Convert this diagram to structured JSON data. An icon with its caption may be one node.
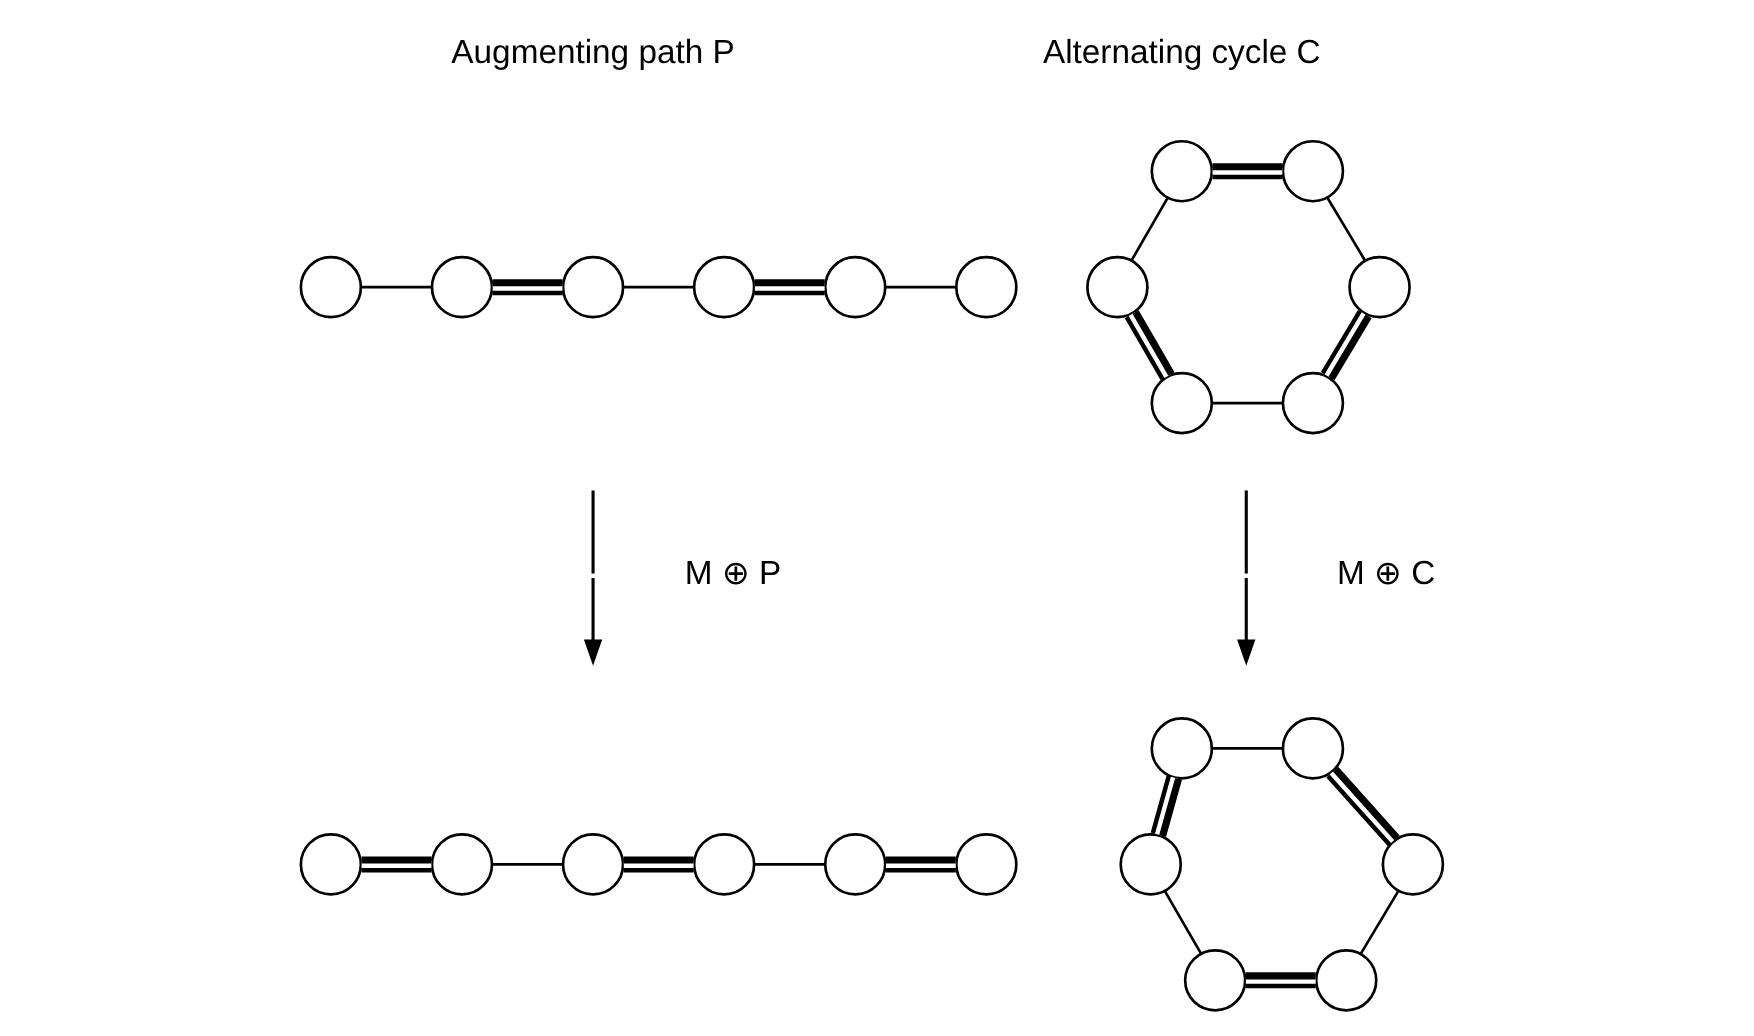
{
  "diagram": {
    "nodes": [
      {
        "text": [],
        "shape": "circle"
      },
      {
        "text": [],
        "shape": "circle"
      },
      {
        "text": [],
        "shape": "circle"
      },
      {
        "text": [],
        "shape": "circle"
      },
      {
        "text": [],
        "shape": "circle"
      },
      {
        "text": [],
        "shape": "circle"
      },
      {
        "text": [],
        "shape": "circle"
      },
      {
        "text": [],
        "shape": "circle"
      },
      {
        "text": [],
        "shape": "circle"
      },
      {
        "text": [],
        "shape": "circle"
      },
      {
        "text": [],
        "shape": "circle"
      },
      {
        "text": [],
        "shape": "circle"
      },
      {
        "text": [],
        "shape": "circle"
      },
      {
        "text": [],
        "shape": "circle"
      },
      {
        "text": [],
        "shape": "circle"
      },
      {
        "text": [],
        "shape": "circle"
      },
      {
        "text": [],
        "shape": "circle"
      },
      {
        "text": [],
        "shape": "circle"
      },
      {
        "text": [],
        "shape": "circle"
      },
      {
        "text": [],
        "shape": "circle"
      },
      {
        "text": [],
        "shape": "circle"
      },
      {
        "text": [],
        "shape": "circle"
      },
      {
        "text": [],
        "shape": "circle"
      },
      {
        "text": [],
        "shape": "circle"
      }
    ],
    "edges": [
      {
        "from": 0,
        "to": 1,
        "arrow": "none"
      },
      {
        "from": 1,
        "to": 2,
        "arrow": "none",
        "style": "thick"
      },
      {
        "from": 2,
        "to": 3,
        "arrow": "none"
      },
      {
        "from": 3,
        "to": 4,
        "arrow": "none",
        "style": "thick"
      },
      {
        "from": 4,
        "to": 5,
        "arrow": "none"
      },
      {
        "from": 6,
        "to": 7,
        "arrow": "none",
        "style": "thick"
      },
      {
        "from": 6,
        "to": 8,
        "arrow": "none"
      },
      {
        "from": 7,
        "to": 9,
        "arrow": "none"
      },
      {
        "from": 8,
        "to": 10,
        "arrow": "none",
        "style": "thick"
      },
      {
        "from": 10,
        "to": 11,
        "arrow": "none"
      },
      {
        "from": 9,
        "to": 11,
        "arrow": "none",
        "style": "thick"
      },
      {
        "from": 12,
        "to": 13,
        "arrow": "none",
        "style": "thick"
      },
      {
        "from": 13,
        "to": 14,
        "arrow": "none"
      },
      {
        "from": 14,
        "to": 15,
        "arrow": "none",
        "style": "thick"
      },
      {
        "from": 15,
        "to": 16,
        "arrow": "none"
      },
      {
        "from": 16,
        "to": 17,
        "arrow": "none",
        "style": "thick"
      },
      {
        "from": 18,
        "to": 19,
        "arrow": "none"
      },
      {
        "from": 18,
        "to": 20,
        "arrow": "none",
        "style": "thick"
      },
      {
        "from": 19,
        "to": 21,
        "arrow": "none",
        "style": "thick"
      },
      {
        "from": 20,
        "to": 22,
        "arrow": "none"
      },
      {
        "from": 22,
        "to": 23,
        "arrow": "none",
        "style": "thick"
      },
      {
        "from": 21,
        "to": 23,
        "arrow": "none"
      }
    ],
    "labels": [
      "Augmenting path P",
      "Alternating cycle C",
      "M ⊕ P",
      "M ⊕ C"
    ]
  }
}
